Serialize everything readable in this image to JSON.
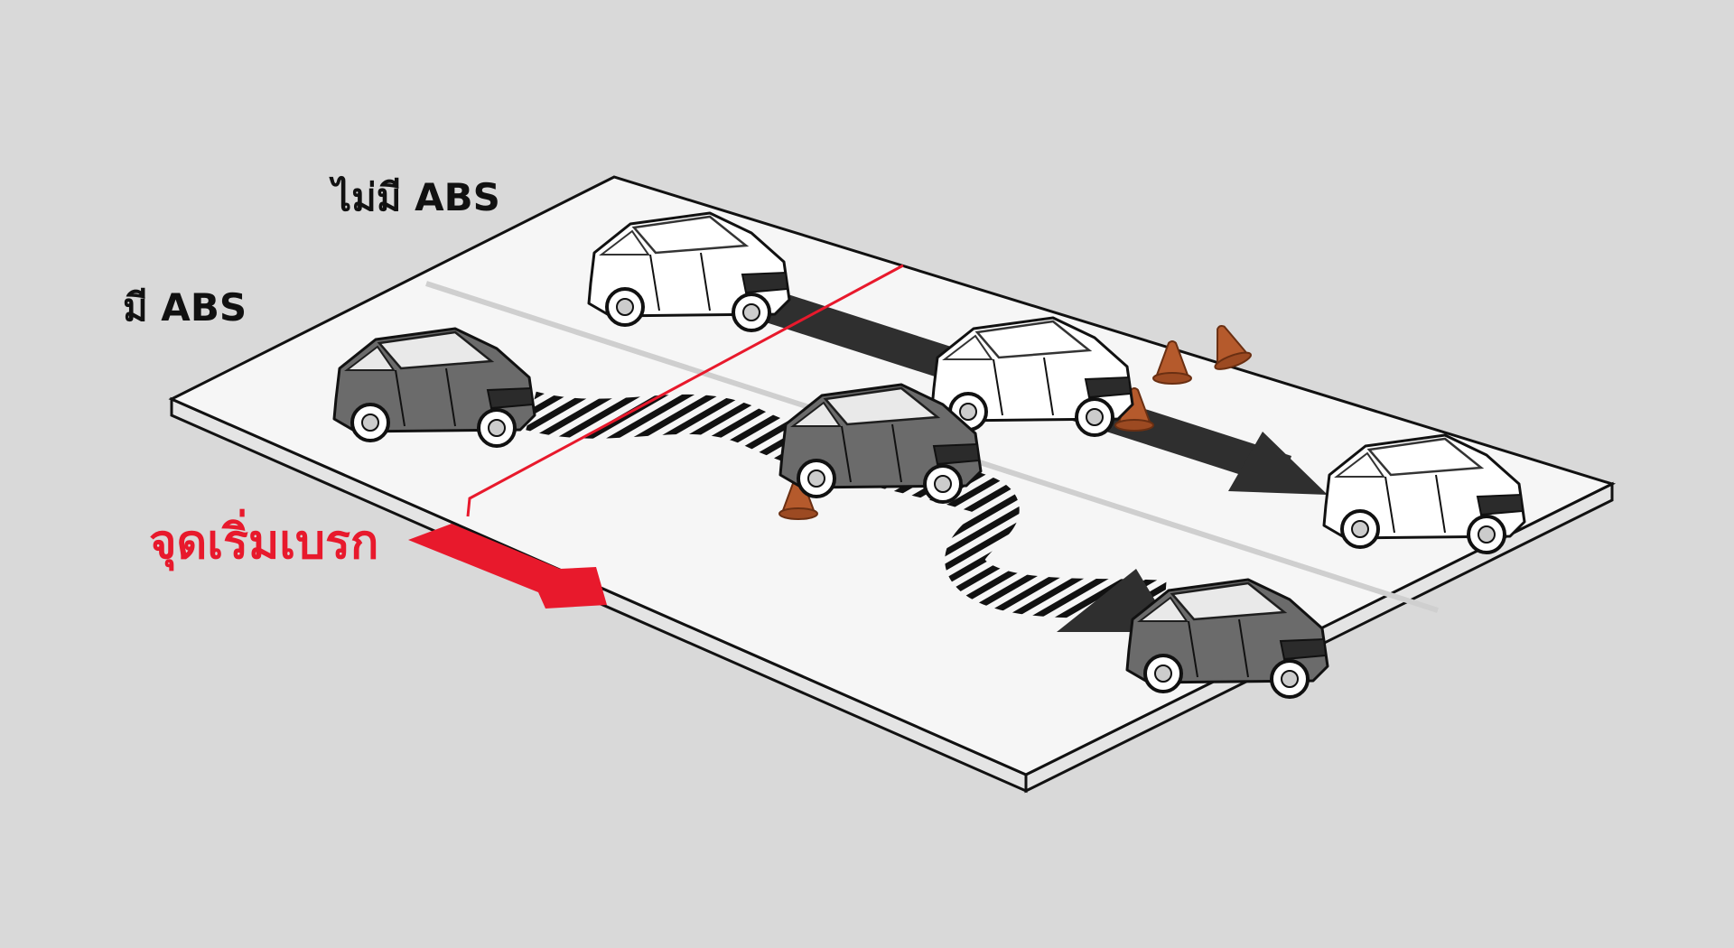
{
  "labels": {
    "without_abs": "ไม่มี ABS",
    "with_abs": "มี ABS",
    "brake_start": "จุดเริ่มเบรก"
  },
  "colors": {
    "background": "#d9d9d9",
    "board": "#f6f6f6",
    "brake_marker": "#e8192c",
    "car_with_abs": "#6b6b6b",
    "car_without_abs": "#ffffff",
    "cone": "#b55a2c"
  },
  "icons": [
    "car-icon",
    "traffic-cone-icon",
    "arrow-icon"
  ]
}
